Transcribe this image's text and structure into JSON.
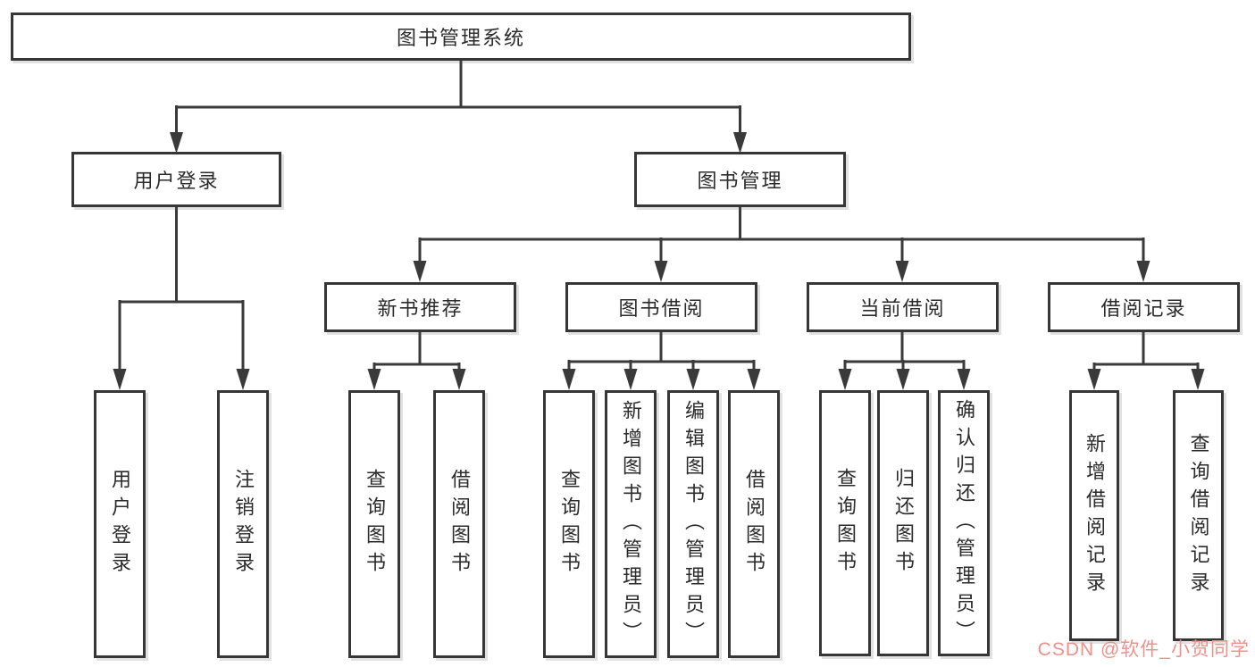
{
  "colors": {
    "line": "#3a3a3a",
    "box_border": "#363636",
    "text": "#2b2b2b",
    "background": "#ffffff",
    "watermark": "#ef908b"
  },
  "watermark": "CSDN @软件_小贺同学",
  "diagram": {
    "root": "图书管理系统",
    "branches": [
      {
        "label": "用户登录",
        "children": [
          "用户登录",
          "注销登录"
        ]
      },
      {
        "label": "图书管理",
        "children": [
          {
            "label": "新书推荐",
            "children": [
              "查询图书",
              "借阅图书"
            ]
          },
          {
            "label": "图书借阅",
            "children": [
              "查询图书",
              "新增图书（管理员）",
              "编辑图书（管理员）",
              "借阅图书"
            ]
          },
          {
            "label": "当前借阅",
            "children": [
              "查询图书",
              "归还图书",
              "确认归还（管理员）"
            ]
          },
          {
            "label": "借阅记录",
            "children": [
              "新增借阅记录",
              "查询借阅记录"
            ]
          }
        ]
      }
    ]
  }
}
